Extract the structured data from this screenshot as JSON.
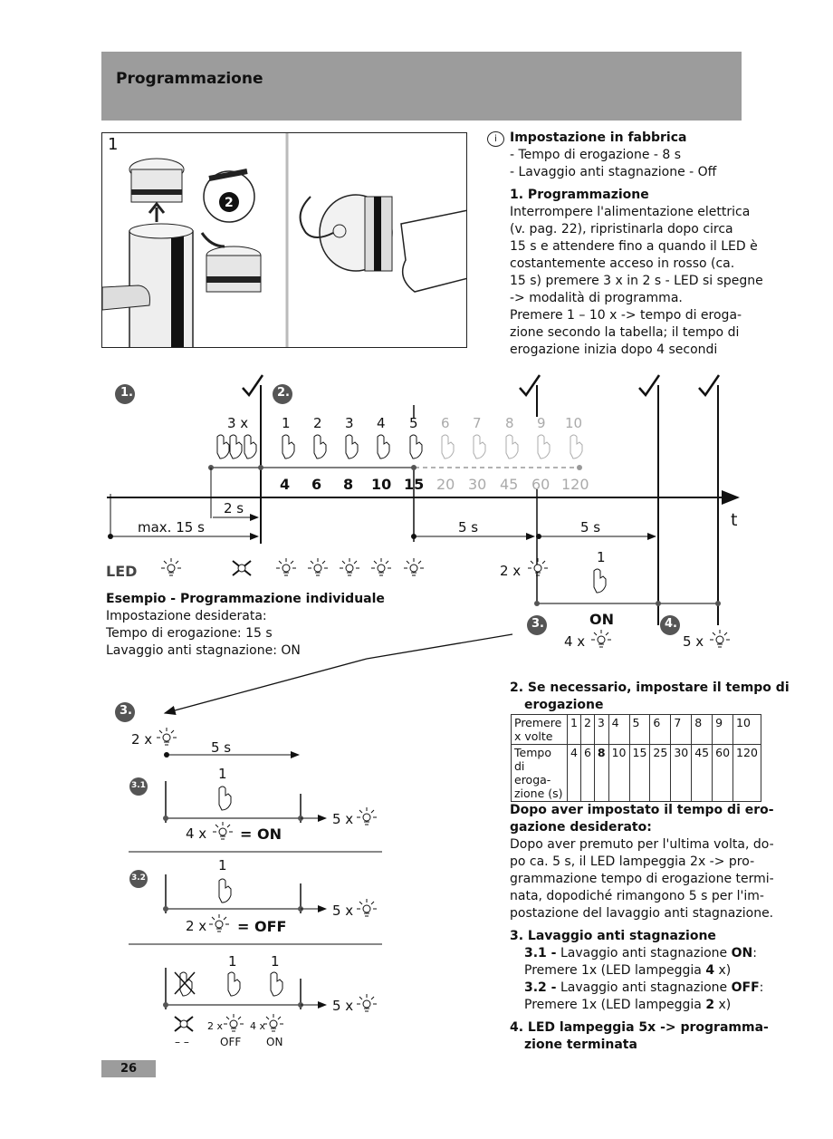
{
  "header": {
    "title": "Programmazione"
  },
  "figure": {
    "number": "1",
    "step_badge": "2"
  },
  "factory": {
    "icon": "info-circle-icon",
    "title": "Impostazione in fabbrica",
    "lines": [
      "- Tempo di erogazione - 8 s",
      "- Lavaggio anti stagnazione - Off"
    ]
  },
  "prog1": {
    "title": "1. Programmazione",
    "lines": [
      "Interrompere l'alimentazione elettrica",
      "(v. pag. 22), ripristinarla dopo circa",
      "15 s e attendere  fino a quando il LED è",
      "costantemente acceso in rosso (ca.",
      "15 s) premere 3 x in 2 s - LED si spegne",
      "-> modalità di programma.",
      "Premere 1 – 10 x -> tempo di eroga-",
      "zione secondo la tabella; il tempo di",
      "erogazione inizia dopo 4 secondi"
    ]
  },
  "timeline": {
    "step1": "1.",
    "step2": "2.",
    "step3": "3.",
    "step4": "4.",
    "press3x": "3 x",
    "presses": [
      "1",
      "2",
      "3",
      "4",
      "5",
      "6",
      "7",
      "8",
      "9",
      "10"
    ],
    "times": [
      "4",
      "6",
      "8",
      "10",
      "15",
      "20",
      "30",
      "45",
      "60",
      "120"
    ],
    "max15": "max. 15 s",
    "two_s": "2 s",
    "five_s_a": "5 s",
    "five_s_b": "5 s",
    "t_label": "t",
    "led_label": "LED",
    "blink2x": "2 x",
    "one": "1",
    "on": "ON",
    "blink4x": "4 x",
    "blink5x": "5 x"
  },
  "example": {
    "title": "Esempio - Programmazione individuale",
    "lines": [
      "Impostazione desiderata:",
      "Tempo di erogazione: 15 s",
      "Lavaggio anti stagnazione: ON"
    ]
  },
  "diagram3": {
    "step": "3.",
    "blink2x": "2 x",
    "five_s": "5 s",
    "sub1": "3.1",
    "sub2": "3.2",
    "one": "1",
    "four_x": "4 x",
    "eq_on": "= ON",
    "two_x": "2 x",
    "eq_off": "= OFF",
    "five_x": "5 x",
    "bottom_2x": "2 x",
    "bottom_4x": "4 x",
    "off": "OFF",
    "on": "ON",
    "dash": "– –"
  },
  "section2": {
    "title_1": "2. Se necessario, impostare il tempo di",
    "title_2": "erogazione"
  },
  "table": {
    "row1_label": [
      "Premere",
      "x volte"
    ],
    "row1": [
      "1",
      "2",
      "3",
      "4",
      "5",
      "6",
      "7",
      "8",
      "9",
      "10"
    ],
    "row2_label": [
      "Tempo",
      "di eroga-",
      "zione (s)"
    ],
    "row2": [
      "4",
      "6",
      "8",
      "10",
      "15",
      "25",
      "30",
      "45",
      "60",
      "120"
    ]
  },
  "after": {
    "title_1": "Dopo aver impostato il tempo di ero-",
    "title_2": "gazione desiderato:",
    "lines": [
      "Dopo aver premuto per l'ultima volta, do-",
      "po ca. 5 s, il LED lampeggia 2x -> pro-",
      "grammazione tempo di erogazione termi-",
      "nata, dopodiché rimangono 5 s per l'im-",
      "postazione del lavaggio anti stagnazione."
    ]
  },
  "section3": {
    "title": "3. Lavaggio anti stagnazione",
    "s31_num": "3.1 -",
    "s31_text": " Lavaggio anti stagnazione ",
    "s31_on": "ON",
    "s31_colon": ":",
    "s31_line2a": "Premere 1x (LED lampeggia ",
    "s31_n": "4",
    "s31_line2b": " x)",
    "s32_num": "3.2 -",
    "s32_text": " Lavaggio anti stagnazione ",
    "s32_off": "OFF",
    "s32_colon": ":",
    "s32_line2a": "Premere 1x (LED lampeggia ",
    "s32_n": "2",
    "s32_line2b": " x)"
  },
  "section4": {
    "line1": "4. LED lampeggia 5x -> programma-",
    "line2": "zione terminata"
  },
  "page_number": "26"
}
